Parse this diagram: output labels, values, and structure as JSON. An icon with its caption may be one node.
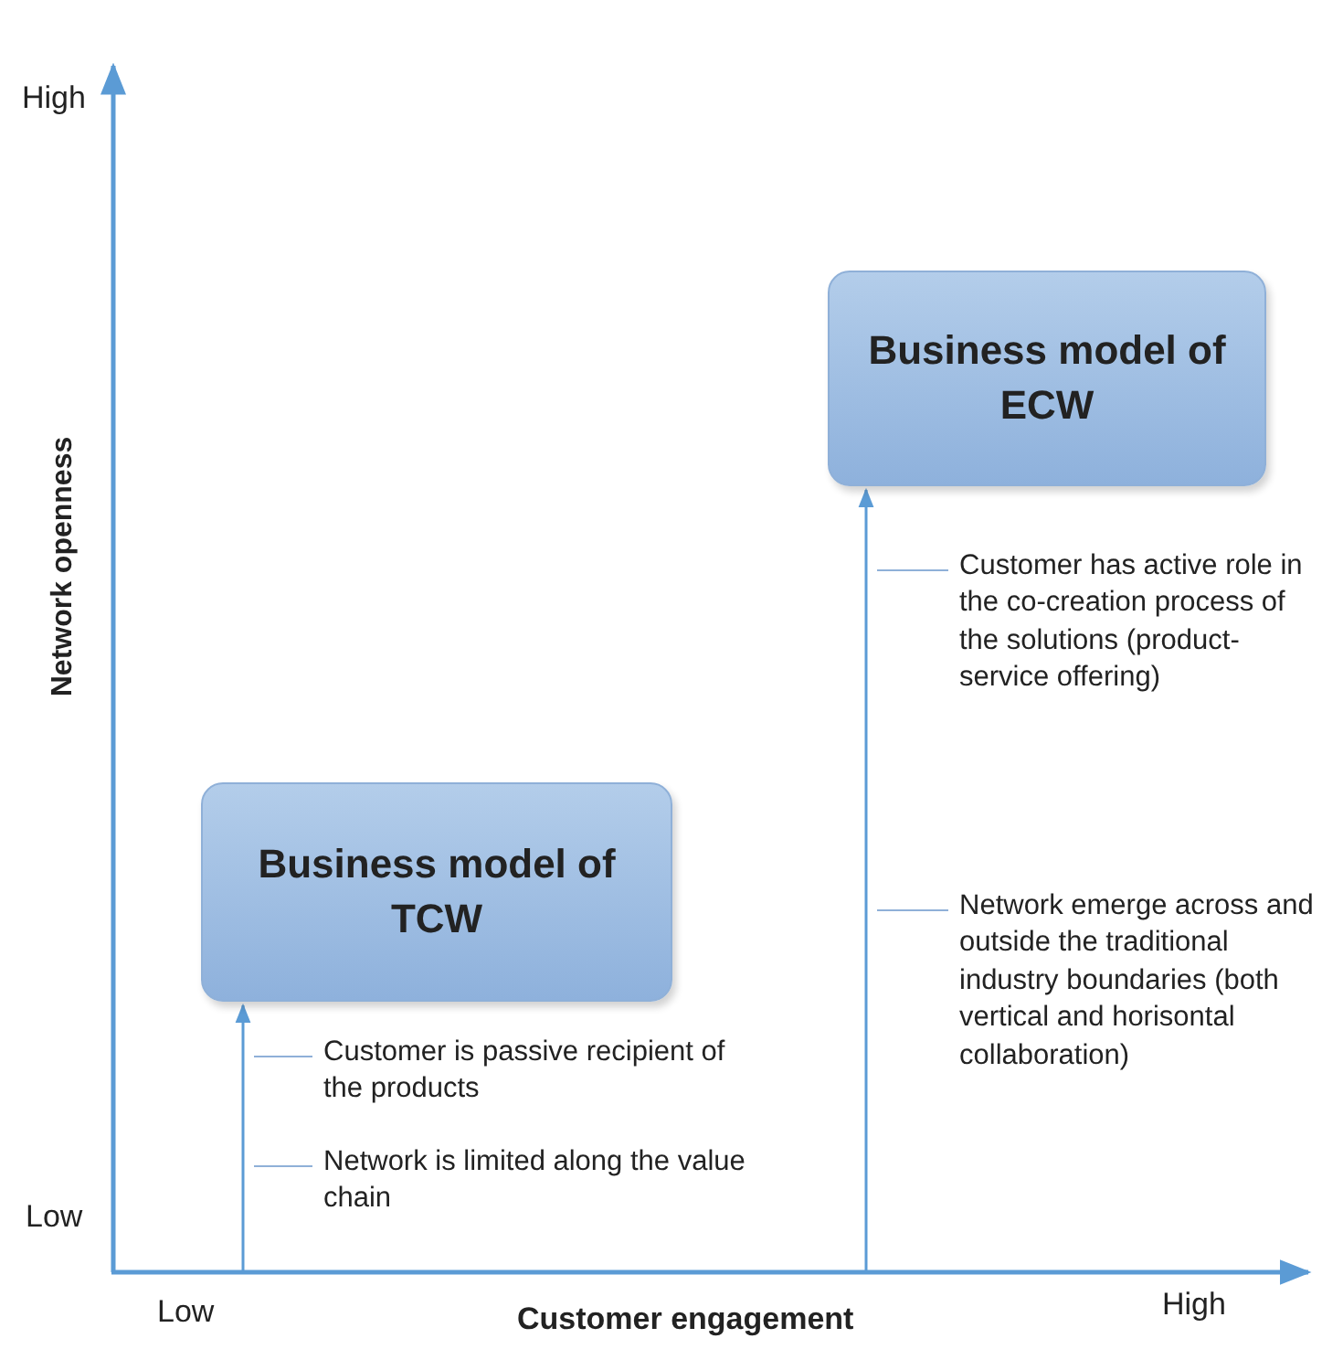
{
  "diagram": {
    "nodes": [
      {
        "text": [
          "Business model of TCW"
        ]
      },
      {
        "text": [
          "Business model of ECW"
        ]
      },
      {
        "text": [
          "Customer is passive recipient of the products"
        ]
      },
      {
        "text": [
          "Network is limited along the value chain"
        ]
      },
      {
        "text": [
          "Customer has active role in the co-creation process of the solutions (product-service offering)"
        ]
      },
      {
        "text": [
          "Network emerge across and outside the traditional industry boundaries (both vertical and horisontal collaboration)"
        ]
      }
    ],
    "edges": [
      {
        "from": null,
        "to": 0,
        "arrow": "to"
      },
      {
        "from": null,
        "to": 1,
        "arrow": "to"
      },
      {
        "from": 2,
        "to": null,
        "arrow": "none"
      },
      {
        "from": 3,
        "to": null,
        "arrow": "none"
      },
      {
        "from": 4,
        "to": null,
        "arrow": "none"
      },
      {
        "from": 5,
        "to": null,
        "arrow": "none"
      }
    ],
    "labels": [
      "High",
      "Network openness",
      "Low",
      "Low",
      "Customer engagement",
      "High"
    ]
  }
}
